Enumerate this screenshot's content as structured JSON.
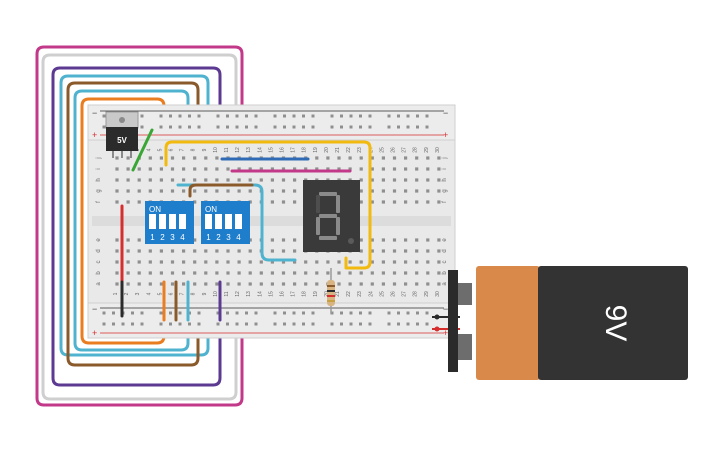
{
  "breadboard": {
    "rail_plus": "+",
    "rail_minus": "−",
    "row_letters_top": [
      "j",
      "i",
      "h",
      "g",
      "f"
    ],
    "row_letters_bottom": [
      "e",
      "d",
      "c",
      "b",
      "a"
    ],
    "column_numbers": [
      "1",
      "2",
      "3",
      "4",
      "5",
      "6",
      "7",
      "8",
      "9",
      "10",
      "11",
      "12",
      "13",
      "14",
      "15",
      "16",
      "17",
      "18",
      "19",
      "20",
      "21",
      "22",
      "23",
      "24",
      "25",
      "26",
      "27",
      "28",
      "29",
      "30"
    ]
  },
  "regulator": {
    "label": "5V"
  },
  "dip_switch_1": {
    "on_label": "ON",
    "numbers": [
      "1",
      "2",
      "3",
      "4"
    ]
  },
  "dip_switch_2": {
    "on_label": "ON",
    "numbers": [
      "1",
      "2",
      "3",
      "4"
    ]
  },
  "seven_segment": {
    "digit": "8",
    "lit_segments": [
      "a",
      "b",
      "c",
      "d",
      "e",
      "g"
    ]
  },
  "battery": {
    "label": "9V"
  },
  "colors": {
    "wire_magenta": "#c2398a",
    "wire_purple": "#5c3a92",
    "wire_cyan": "#4fb3cf",
    "wire_brown": "#8a5a2b",
    "wire_orange": "#ea7d1f",
    "wire_yellow": "#f2b90f",
    "wire_red": "#d62d2d",
    "wire_black": "#2b2b2b",
    "wire_green": "#3aa635",
    "wire_gray": "#bdbdbd",
    "wire_blue": "#2f6ab5",
    "switch_blue": "#1f7ecb",
    "battery_orange": "#d9894a"
  }
}
